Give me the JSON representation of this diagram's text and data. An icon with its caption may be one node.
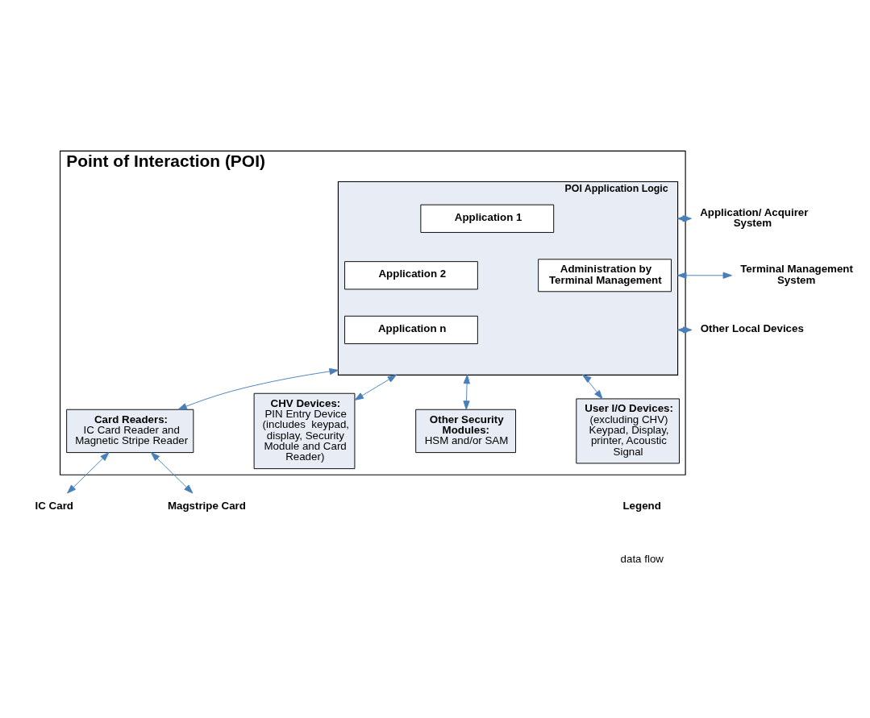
{
  "diagram": {
    "nodes": [
      {
        "text": [
          "Point of Interaction (POI)"
        ]
      },
      {
        "text": [
          "POI Application Logic"
        ],
        "in": 0
      },
      {
        "text": [
          "Application 1"
        ],
        "in": 1
      },
      {
        "text": [
          "Application 2"
        ],
        "in": 1
      },
      {
        "text": [
          "Application n"
        ],
        "in": 1
      },
      {
        "text": [
          "Administration by Terminal Management"
        ],
        "in": 1
      },
      {
        "text": [
          "Card Readers:",
          "IC Card Reader and Magnetic Stripe Reader"
        ],
        "in": 0
      },
      {
        "text": [
          "CHV Devices:",
          "PIN Entry Device (includes  keypad, display, Security Module and Card Reader)"
        ],
        "in": 0
      },
      {
        "text": [
          "Other Security Modules:",
          "HSM and/or SAM"
        ],
        "in": 0
      },
      {
        "text": [
          "User I/O Devices:",
          "(excluding CHV) Keypad, Display, printer, Acoustic Signal"
        ],
        "in": 0
      },
      {
        "text": [
          "Application/ Acquirer System"
        ]
      },
      {
        "text": [
          "Terminal Management System"
        ]
      },
      {
        "text": [
          "Other Local Devices"
        ]
      },
      {
        "text": [
          "IC Card"
        ]
      },
      {
        "text": [
          "Magstripe Card"
        ]
      }
    ],
    "edges": [
      {
        "from": 1,
        "to": 10,
        "arrow": "both"
      },
      {
        "from": 1,
        "to": 11,
        "arrow": "both"
      },
      {
        "from": 1,
        "to": 12,
        "arrow": "both"
      },
      {
        "from": 1,
        "to": 6,
        "arrow": "both"
      },
      {
        "from": 1,
        "to": 7,
        "arrow": "both"
      },
      {
        "from": 1,
        "to": 8,
        "arrow": "both"
      },
      {
        "from": 1,
        "to": 9,
        "arrow": "both"
      },
      {
        "from": 6,
        "to": 13,
        "arrow": "both"
      },
      {
        "from": 6,
        "to": 14,
        "arrow": "both"
      }
    ],
    "labels": [
      "Legend"
    ],
    "legend": [
      {
        "text": "data flow"
      }
    ]
  }
}
